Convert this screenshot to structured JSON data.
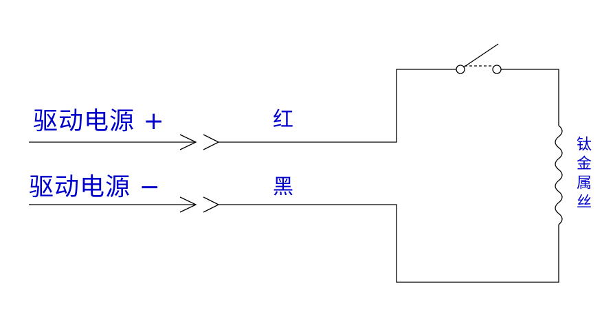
{
  "labels": {
    "power_positive": "驱动电源 +",
    "power_negative": "驱动电源 −",
    "wire_red": "红",
    "wire_black": "黑",
    "titanium_wire": "钛金属丝"
  },
  "colors": {
    "label_text": "#0000cc",
    "line": "#000000",
    "background": "#ffffff"
  }
}
